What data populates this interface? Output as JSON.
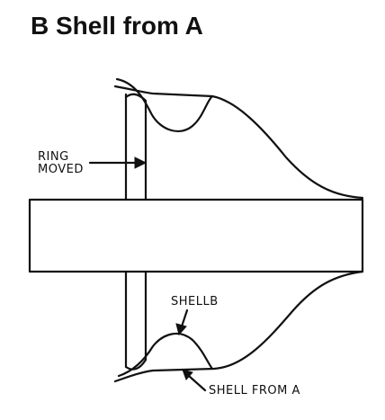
{
  "title": "B Shell from A",
  "labels": {
    "ring_line1": "RING",
    "ring_line2": "MOVED",
    "shell_b": "SHELLB",
    "shell_from_a": "SHELL FROM A"
  }
}
